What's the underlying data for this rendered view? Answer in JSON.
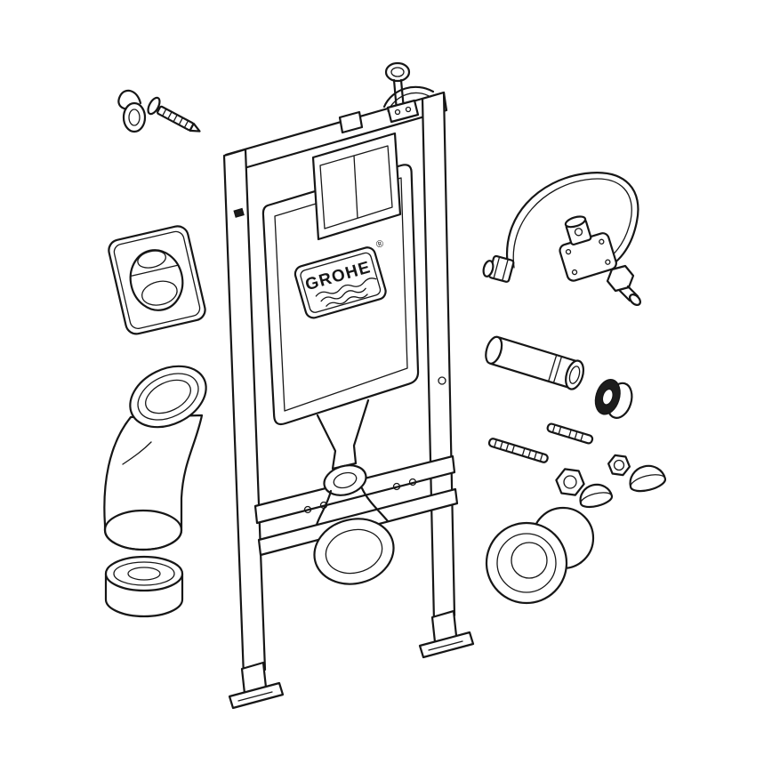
{
  "page": {
    "background_color": "#ffffff",
    "line_color": "#161616"
  },
  "diagram": {
    "kind": "exploded-parts-line-diagram",
    "brand_logo_text": "GROHE",
    "registered_mark": "®",
    "parts": [
      {
        "name": "wall-anchor-hook",
        "shape": "anchor hook eyelet with threaded lag screw"
      },
      {
        "name": "top-wall-bracket",
        "shape": "wall bracket rod with eyelet and strap"
      },
      {
        "name": "installation-frame",
        "shape": "tall mounting frame with rails, crossbars and feet"
      },
      {
        "name": "cistern",
        "shape": "concealed cistern with flush valve box, funnel, bend and outlet ring"
      },
      {
        "name": "brand-plate",
        "shape": "logo plaque with wave lines"
      },
      {
        "name": "flush-plate",
        "shape": "dual-flush actuation plate with oval buttons"
      },
      {
        "name": "drain-elbow",
        "shape": "90-degree flush pipe elbow"
      },
      {
        "name": "end-cap",
        "shape": "protective sleeve cap"
      },
      {
        "name": "supply-hose-valve",
        "shape": "flexible water supply hose with angle valve and couplings"
      },
      {
        "name": "connection-pipe",
        "shape": "straight connection pipe with collar"
      },
      {
        "name": "seal-ring",
        "shape": "dark rubber sealing ring"
      },
      {
        "name": "threaded-rod-long",
        "shape": "long threaded rod"
      },
      {
        "name": "threaded-rod-short",
        "shape": "short threaded rod"
      },
      {
        "name": "hex-nut-large",
        "shape": "large hex nut"
      },
      {
        "name": "hex-nut-small",
        "shape": "small hex nut"
      },
      {
        "name": "cover-cap-small",
        "shape": "dome cover cap"
      },
      {
        "name": "cover-cap-large",
        "shape": "dome cover cap"
      },
      {
        "name": "outlet-sleeve",
        "shape": "outlet connector sleeve with flange rings"
      }
    ]
  }
}
